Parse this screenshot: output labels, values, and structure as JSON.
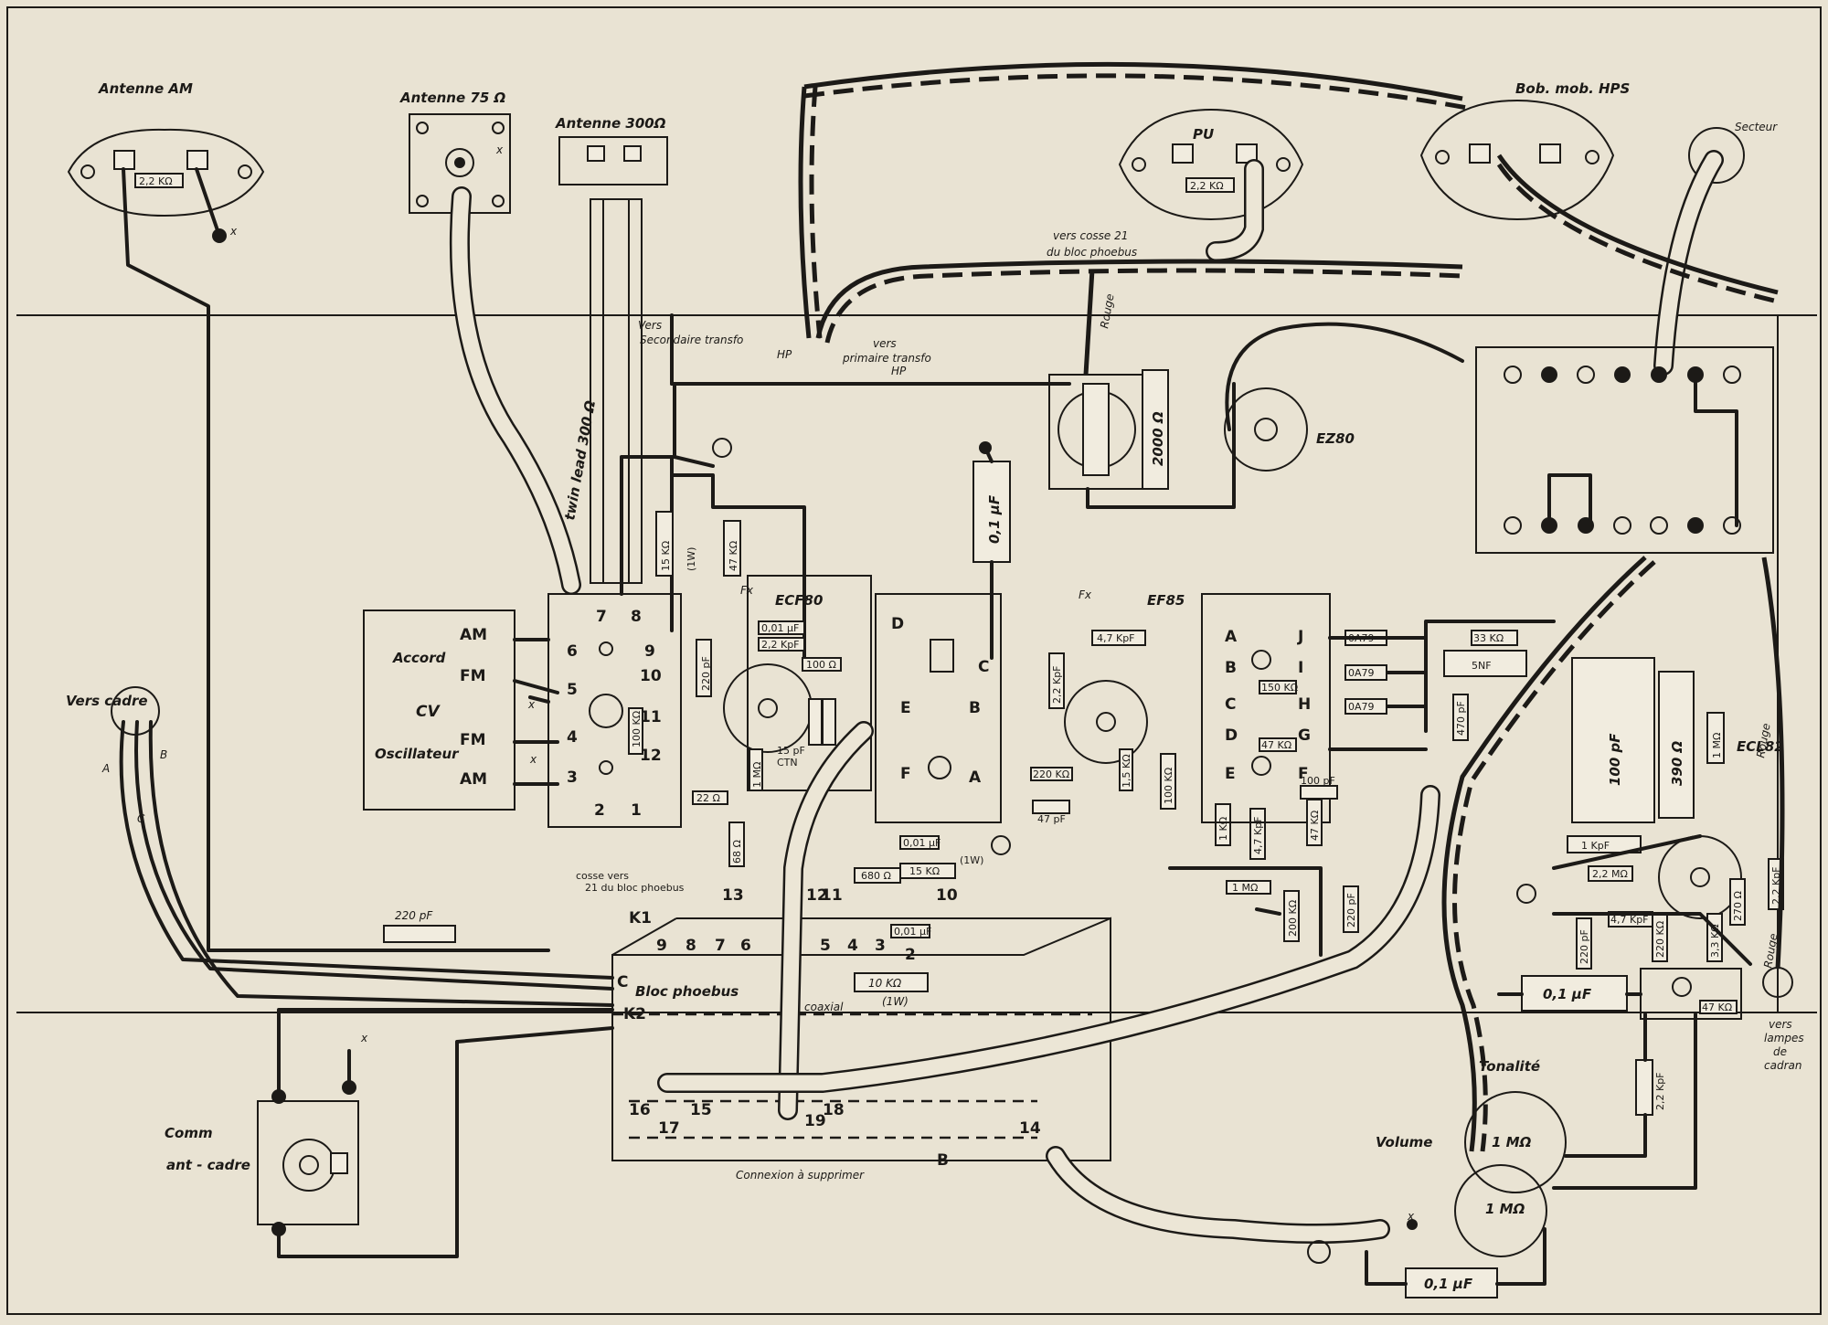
{
  "labels": {
    "antenne_am": "Antenne AM",
    "antenne_75": "Antenne 75 Ω",
    "antenne_300": "Antenne 300Ω",
    "pu": "PU",
    "bob_mob_hps": "Bob. mob. HPS",
    "secteur": "Secteur",
    "vers_cosse_21": "vers cosse 21",
    "du_bloc_phoebus": "du bloc phoebus",
    "rouge": "Rouge",
    "vers_secondaire": "Vers",
    "vers_secondaire_2": "Secondaire transfo",
    "vers_primaire": "vers",
    "vers_primaire_2": "primaire transfo",
    "hp": "HP",
    "twin_lead": "twin lead 300 Ω",
    "ez80": "EZ80",
    "ecf80": "ECF80",
    "ef85": "EF85",
    "ecl82": "ECL82",
    "vers_cadre": "Vers cadre",
    "accord": "Accord",
    "cv": "CV",
    "oscillateur": "Oscillateur",
    "bloc_phoebus": "Bloc phoebus",
    "coaxial": "coaxial",
    "connexion_a_supprimer": "Connexion à supprimer",
    "comm": "Comm",
    "ant_cadre": "ant - cadre",
    "tonalite": "Tonalité",
    "volume": "Volume",
    "vers_lampes_1": "vers",
    "vers_lampes_2": "lampes",
    "vers_lampes_3": "de",
    "vers_lampes_4": "cadran",
    "cosse_vers": "cosse vers",
    "cosse_vers_2": "21 du bloc phoebus",
    "am": "AM",
    "fm": "FM",
    "k1": "K1",
    "k2": "K2",
    "c": "C",
    "a": "A",
    "b": "B",
    "x": "x",
    "fx": "Fx"
  },
  "components": {
    "r_2_2k_am": "2,2 KΩ",
    "r_2_2k_pu": "2,2 KΩ",
    "r_2000": "2000 Ω",
    "c_0_1_top": "0,1 µF",
    "r_15k_1w": "15 KΩ",
    "r_15k_1w_w": "(1W)",
    "r_47k": "47 KΩ",
    "c_220pf_bloc": "220 pF",
    "c_0_01_a": "0,01 µF",
    "c_2_2kpf": "2,2 KpF",
    "r_100": "100 Ω",
    "r_100k": "100 KΩ",
    "r_22": "22 Ω",
    "c_15pf": "15 pF",
    "ctn": "CTN",
    "r_1m_ecf": "1 MΩ",
    "r_68": "68 Ω",
    "c_220pf": "220 pF",
    "c_0_01_b": "0,01 µF",
    "r_15k": "15 KΩ",
    "r_15k_w": "(1W)",
    "r_680": "680 Ω",
    "c_0_01_c": "0,01 µF",
    "r_10k": "10 KΩ",
    "r_10k_w": "(1W)",
    "c_4_7kpf": "4,7 KpF",
    "c_2_2kpf_ef": "2,2 KpF",
    "r_220k": "220 KΩ",
    "c_47pf": "47 pF",
    "r_1_5k": "1,5 KΩ",
    "r_100k_ef": "100 KΩ",
    "r_1k": "1 KΩ",
    "c_4_7kpf_b": "4,7 KpF",
    "r_1m": "1 MΩ",
    "r_200k": "200 KΩ",
    "c_220pf_b": "220 pF",
    "d_0a79_1": "0A79",
    "d_0a79_2": "0A79",
    "d_0a79_3": "0A79",
    "r_33k": "33 KΩ",
    "c_5nf": "5NF",
    "r_150k": "150 KΩ",
    "r_47k_b": "47 KΩ",
    "c_100pf": "100 pF",
    "c_470pf": "470 pF",
    "r_47k_c": "47 KΩ",
    "c_100pf_big": "100 pF",
    "r_390": "390 Ω",
    "r_1m_ecl": "1 MΩ",
    "c_1kpf": "1 KpF",
    "r_2_2m": "2,2 MΩ",
    "c_4_7kpf_c": "4,7 KpF",
    "r_220k_b": "220 KΩ",
    "r_3_3k": "3,3 KΩ",
    "r_270": "270 Ω",
    "c_2_2kpf_c": "2,2 KpF",
    "c_220pf_c": "220 pF",
    "c_0_1_mid": "0,1 µF",
    "r_47k_d": "47 KΩ",
    "c_2_2kpf_d": "2,2 KpF",
    "pot_tone": "1 MΩ",
    "pot_vol": "1 MΩ",
    "c_0_1_bot": "0,1 µF"
  },
  "pins": {
    "bloc_left": [
      "6",
      "5",
      "4",
      "3"
    ],
    "bloc_top": [
      "7",
      "8"
    ],
    "bloc_right": [
      "9",
      "10",
      "11",
      "12"
    ],
    "bloc_bottom": [
      "2",
      "1"
    ],
    "if1": [
      "D",
      "E",
      "F",
      "C",
      "B",
      "A"
    ],
    "if2_left": [
      "A",
      "B",
      "C",
      "D",
      "E"
    ],
    "if2_right": [
      "J",
      "I",
      "H",
      "G",
      "F"
    ],
    "phoebus_top": [
      "9",
      "8",
      "7",
      "6",
      "5",
      "4",
      "3",
      "2",
      "13",
      "12",
      "11",
      "10"
    ],
    "phoebus_bottom": [
      "16",
      "17",
      "15",
      "19",
      "18",
      "14"
    ]
  }
}
